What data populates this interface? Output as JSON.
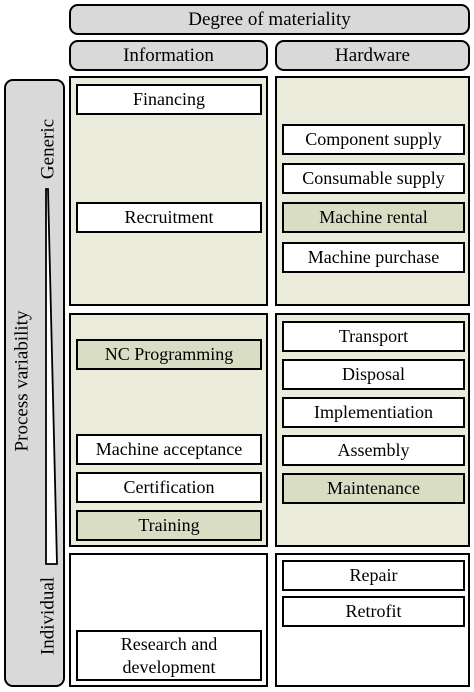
{
  "header": {
    "title": "Degree of materiality",
    "columns": [
      "Information",
      "Hardware"
    ]
  },
  "axis": {
    "label": "Process variability",
    "top": "Generic",
    "bottom": "Individual"
  },
  "rows": [
    {
      "information": [
        {
          "label": "Financing",
          "highlight": false
        },
        {
          "label": "Recruitment",
          "highlight": false
        }
      ],
      "hardware": [
        {
          "label": "Component supply",
          "highlight": false
        },
        {
          "label": "Consumable supply",
          "highlight": false
        },
        {
          "label": "Machine rental",
          "highlight": true
        },
        {
          "label": "Machine purchase",
          "highlight": false
        }
      ]
    },
    {
      "information": [
        {
          "label": "NC Programming",
          "highlight": true
        },
        {
          "label": "Machine acceptance",
          "highlight": false
        },
        {
          "label": "Certification",
          "highlight": false
        },
        {
          "label": "Training",
          "highlight": true
        }
      ],
      "hardware": [
        {
          "label": "Transport",
          "highlight": false
        },
        {
          "label": "Disposal",
          "highlight": false
        },
        {
          "label": "Implementiation",
          "highlight": false
        },
        {
          "label": "Assembly",
          "highlight": false
        },
        {
          "label": "Maintenance",
          "highlight": true
        }
      ]
    },
    {
      "information": [
        {
          "label": "Research and development",
          "highlight": false
        }
      ],
      "hardware": [
        {
          "label": "Repair",
          "highlight": false
        },
        {
          "label": "Retrofit",
          "highlight": false
        }
      ]
    }
  ],
  "colors": {
    "header_fill": "#d9d9d9",
    "panel_fill": "#ebebdb",
    "highlight_fill": "#d9ddc4"
  }
}
